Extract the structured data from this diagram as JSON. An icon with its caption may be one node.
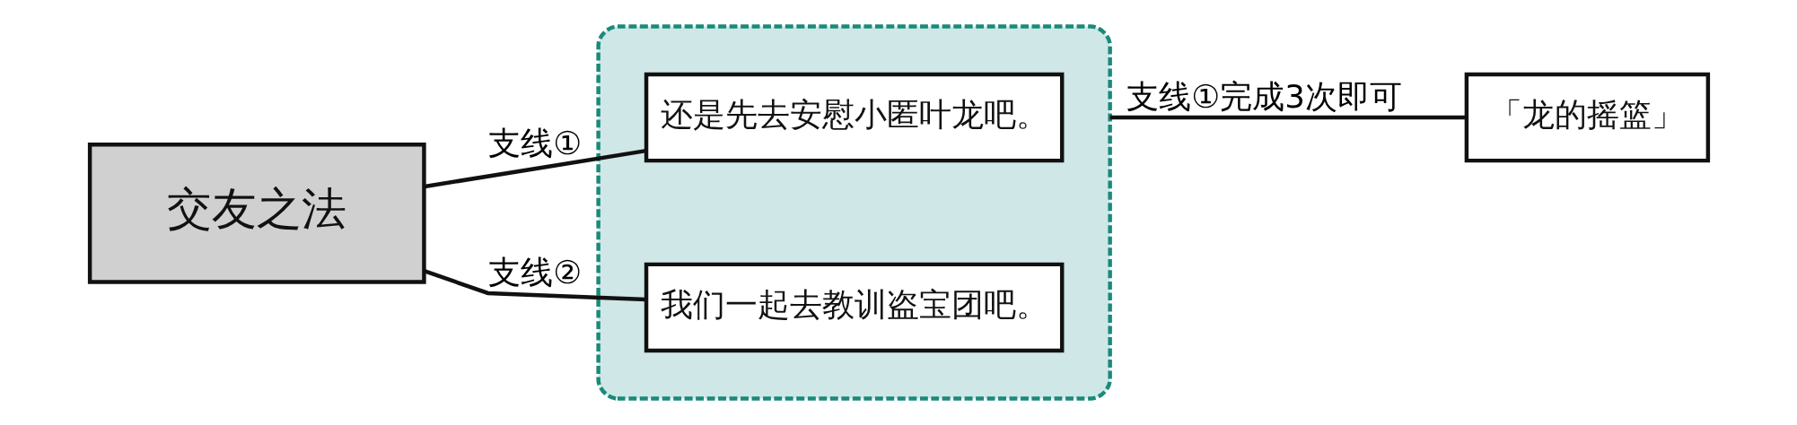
{
  "diagram": {
    "nodes": [
      {
        "text": [
          "交友之法"
        ]
      },
      {
        "text": [],
        "shape": "box"
      },
      {
        "text": [
          "还是先去安慰小匿叶龙吧。"
        ],
        "in": 1
      },
      {
        "text": [
          "我们一起去教训盗宝团吧。"
        ],
        "in": 1
      },
      {
        "text": [
          "「龙的摇篮」"
        ]
      }
    ],
    "edges": [
      {
        "from": 0,
        "to": 2,
        "arrow": "none",
        "label": "支线①"
      },
      {
        "from": 0,
        "to": 3,
        "arrow": "none",
        "label": "支线②"
      },
      {
        "from": 1,
        "to": 4,
        "arrow": "none",
        "label": "支线①完成3次即可"
      }
    ]
  }
}
